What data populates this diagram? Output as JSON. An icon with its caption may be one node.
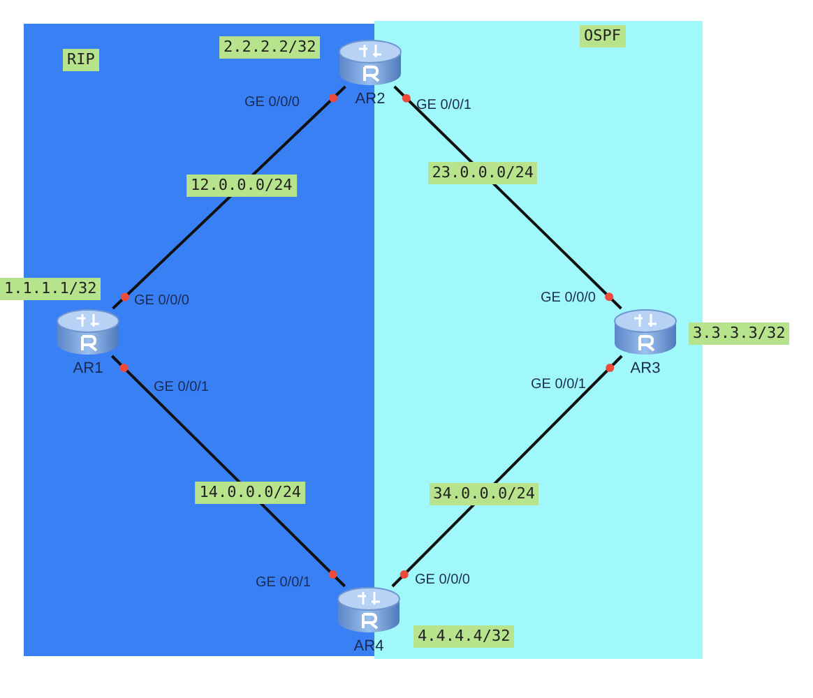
{
  "diagram": {
    "nodes": [
      {
        "text": [
          "RIP"
        ]
      },
      {
        "text": [
          "OSPF"
        ]
      },
      {
        "text": [
          "AR2"
        ],
        "beside": [
          "2.2.2.2/32",
          "GE 0/0/0",
          "GE 0/0/1"
        ]
      },
      {
        "text": [
          "AR1"
        ],
        "beside": [
          "1.1.1.1/32",
          "GE 0/0/0",
          "GE 0/0/1"
        ],
        "in": 0
      },
      {
        "text": [
          "AR3"
        ],
        "beside": [
          "3.3.3.3/32",
          "GE 0/0/0",
          "GE 0/0/1"
        ],
        "in": 1
      },
      {
        "text": [
          "AR4"
        ],
        "beside": [
          "4.4.4.4/32",
          "GE 0/0/1",
          "GE 0/0/0"
        ]
      }
    ],
    "edges": [
      {
        "from": 3,
        "to": 2,
        "arrow": "none",
        "label": "12.0.0.0/24"
      },
      {
        "from": 2,
        "to": 4,
        "arrow": "none",
        "label": "23.0.0.0/24"
      },
      {
        "from": 3,
        "to": 5,
        "arrow": "none",
        "label": "14.0.0.0/24"
      },
      {
        "from": 4,
        "to": 5,
        "arrow": "none",
        "label": "34.0.0.0/24"
      }
    ]
  }
}
